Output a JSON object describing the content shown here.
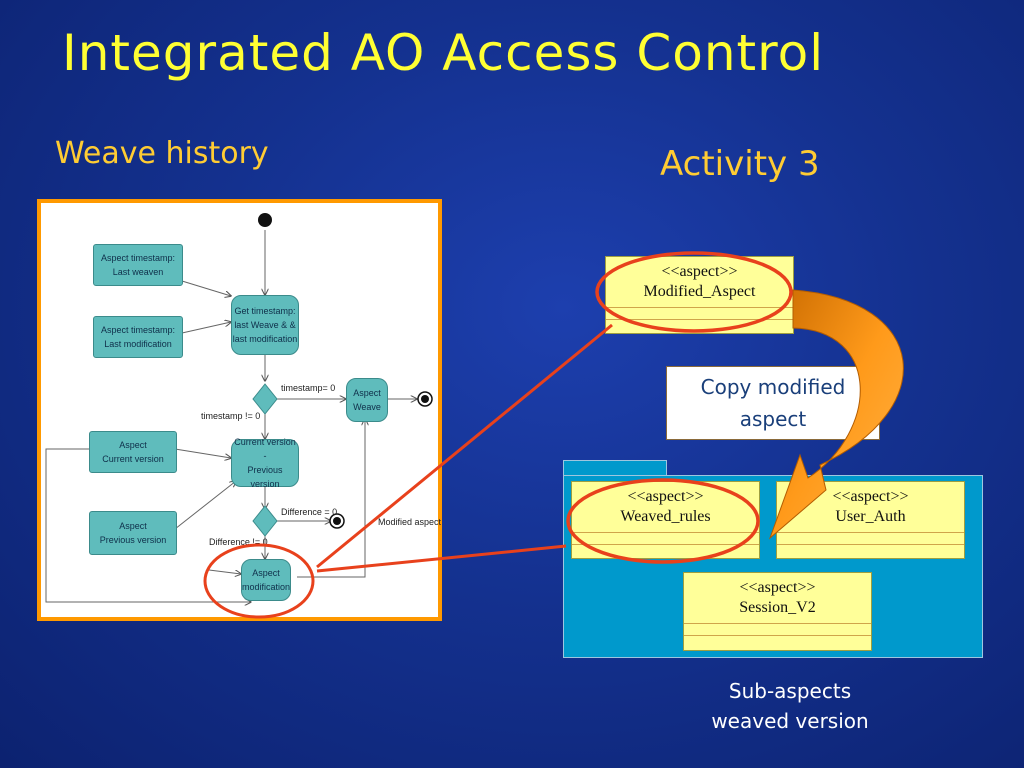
{
  "slide": {
    "title": "Integrated AO Access Control",
    "left_heading": "Weave history",
    "right_heading": "Activity 3"
  },
  "weave_history_diagram": {
    "nodes": {
      "aspect_timestamp_last_weaven": "Aspect timestamp:\nLast weaven",
      "aspect_timestamp_last_modification": "Aspect timestamp:\nLast modification",
      "get_timestamp": "Get timestamp:\nlast Weave & &\nlast modification",
      "aspect_weave": "Aspect\nWeave",
      "aspect_current_version": "Aspect\nCurrent version",
      "current_vs_previous": "Current version -\nPrevious version",
      "aspect_previous_version": "Aspect\nPrevious version",
      "aspect_modification": "Aspect\nmodification"
    },
    "guards": {
      "timestamp_eq_0": "timestamp= 0",
      "timestamp_ne_0": "timestamp != 0",
      "difference_eq_0": "Difference = 0",
      "difference_ne_0": "Difference != 0",
      "modified_aspect": "Modified aspect"
    }
  },
  "activity3": {
    "modified_aspect": {
      "stereotype": "<<aspect>>",
      "name": "Modified_Aspect"
    },
    "copy_note": {
      "line1": "Copy modified",
      "line2": "aspect"
    },
    "weaved_rules": {
      "stereotype": "<<aspect>>",
      "name": "Weaved_rules"
    },
    "user_auth": {
      "stereotype": "<<aspect>>",
      "name": "User_Auth"
    },
    "session_v2": {
      "stereotype": "<<aspect>>",
      "name": "Session_V2"
    },
    "package_label": {
      "line1": "Sub-aspects",
      "line2": "weaved version"
    }
  },
  "colors": {
    "background": "#14318f",
    "title": "#ffff33",
    "heading": "#ffcc33",
    "frame": "#ff9900",
    "highlight_circle": "#e8411c",
    "aspect_fill": "#ffff99",
    "package_fill": "#0099cc",
    "curved_arrow": "#ff9900",
    "activity_node": "#5fbcbc"
  }
}
